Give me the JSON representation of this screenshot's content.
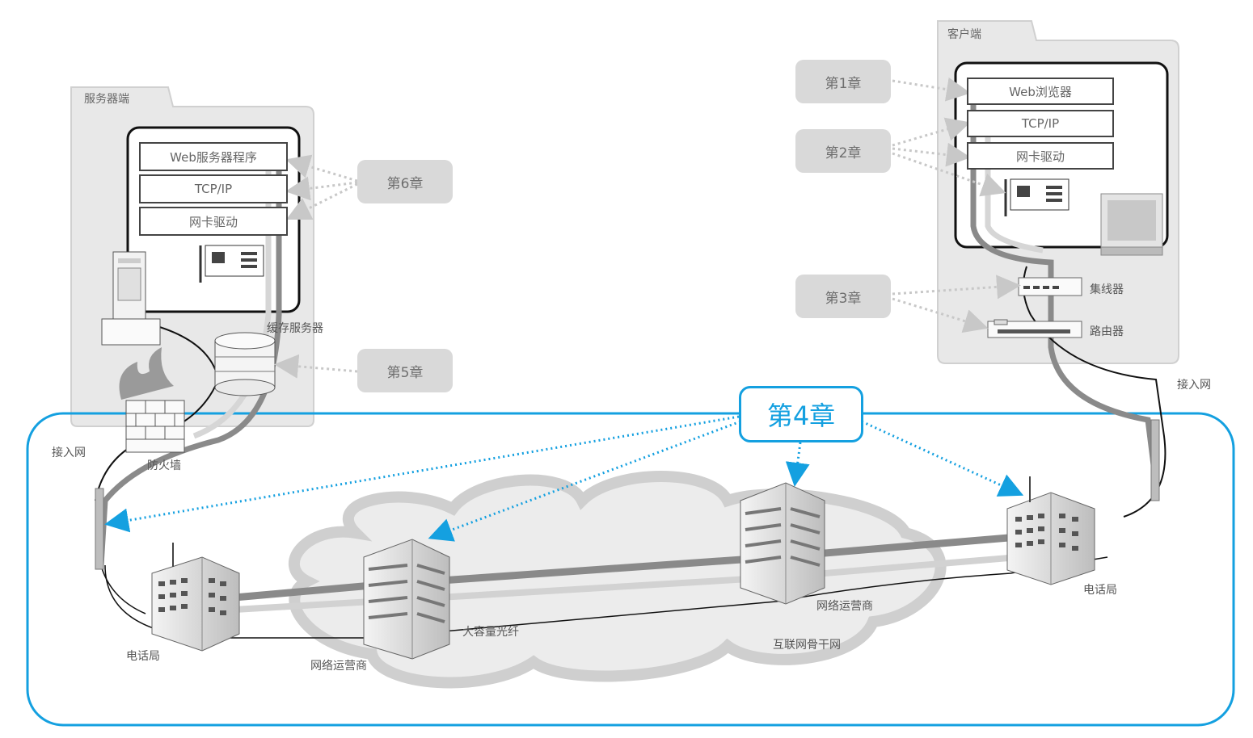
{
  "server": {
    "title": "服务器端",
    "layers": [
      "Web服务器程序",
      "TCP/IP",
      "网卡驱动"
    ],
    "cache_label": "缓存服务器",
    "firewall_label": "防火墙",
    "access_label": "接入网"
  },
  "client": {
    "title": "客户端",
    "layers": [
      "Web浏览器",
      "TCP/IP",
      "网卡驱动"
    ],
    "hub_label": "集线器",
    "router_label": "路由器",
    "access_label": "接入网"
  },
  "chapters": {
    "ch1": "第1章",
    "ch2": "第2章",
    "ch3": "第3章",
    "ch4": "第4章",
    "ch5": "第5章",
    "ch6": "第6章"
  },
  "network": {
    "phone_left": "电话局",
    "phone_right": "电话局",
    "isp_left": "网络运营商",
    "isp_right": "网络运营商",
    "fiber": "大容量光纤",
    "backbone": "互联网骨干网"
  },
  "colors": {
    "accent": "#14a0e0",
    "panel": "#e6e6e6",
    "pill": "#d9d9d9"
  }
}
